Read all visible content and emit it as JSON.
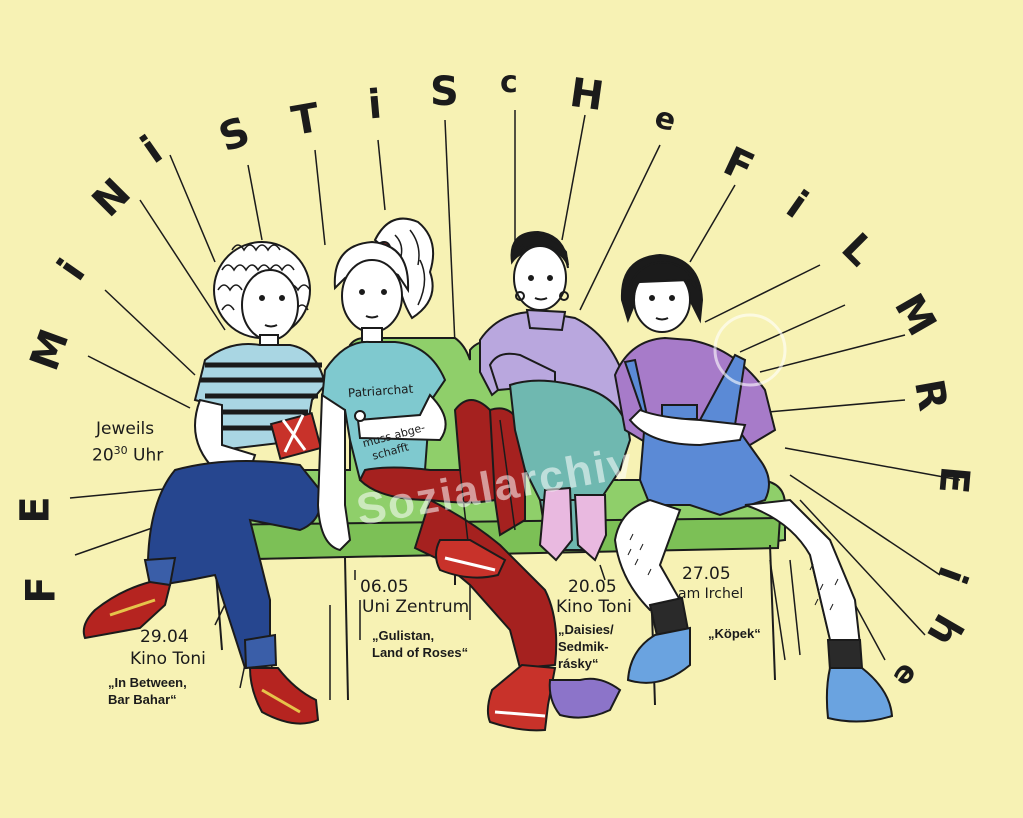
{
  "title_letters": [
    "F",
    "E",
    "M",
    "i",
    "N",
    "i",
    "S",
    "T",
    "i",
    "S",
    "c",
    "H",
    "e",
    "F",
    "i",
    "L",
    "M",
    "R",
    "E",
    "i",
    "h",
    "e"
  ],
  "info": {
    "line1": "Jeweils",
    "line2": "20",
    "line2_sup": "30",
    "line2_unit": "Uhr"
  },
  "screenings": [
    {
      "date": "29.04",
      "venue": "Kino Toni",
      "film_line1": "„In Between,",
      "film_line2": "Bar Bahar“"
    },
    {
      "date": "06.05",
      "venue": "Uni Zentrum",
      "film_line1": "„Gulistan,",
      "film_line2": "Land of Roses“"
    },
    {
      "date": "20.05",
      "venue": "Kino Toni",
      "film_line1": "„Daisies/",
      "film_line2": "Sedmik-",
      "film_line3": "rásky“"
    },
    {
      "date": "27.05",
      "venue": "am Irchel",
      "film_line1": "„Köpek“"
    }
  ],
  "shirt_text": {
    "line1": "Patriarchat",
    "line2": "muss abge-",
    "line3": "schafft"
  },
  "watermark": "Sozialarchiv",
  "colors": {
    "background": "#f7f2b4",
    "ink": "#1b1b1b",
    "sofa": "#8fcf6a",
    "jeans": "#26468f",
    "red_pants": "#a5211f",
    "teal_shirt": "#7fc9cf",
    "lavender": "#b9a7de",
    "purple": "#a77bc9",
    "overall_blue": "#5b8ad6",
    "sock_pink": "#e9b9e0",
    "sneaker_blue": "#6aa3e0"
  }
}
